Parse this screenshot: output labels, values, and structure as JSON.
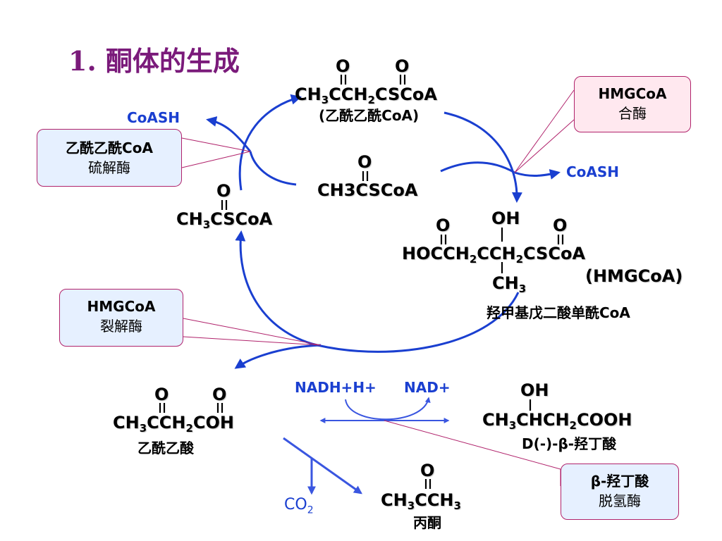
{
  "title": "1. 酮体的生成",
  "molecules": {
    "acetoacetyl_coa": {
      "o1": "O",
      "o2": "O",
      "formula_parts": [
        "CH",
        "3",
        "CCH",
        "2",
        "CSCoA"
      ],
      "name": "(乙酰乙酰CoA)"
    },
    "acetyl_coa_center": {
      "o": "O",
      "formula_parts": [
        "CH3CSCoA"
      ]
    },
    "acetyl_coa_left": {
      "o": "O",
      "formula_parts": [
        "CH",
        "3",
        "CSCoA"
      ]
    },
    "hmgcoa": {
      "o1": "O",
      "oh": "OH",
      "o2": "O",
      "formula_parts": [
        "HOCCH",
        "2",
        "CCH",
        "2",
        "CSCoA"
      ],
      "ch3": "CH",
      "ch3_sub": "3",
      "label": "(HMGCoA)",
      "name": "羟甲基戊二酸单酰CoA"
    },
    "acetoacetic_acid": {
      "o1": "O",
      "o2": "O",
      "formula_parts": [
        "CH",
        "3",
        "CCH",
        "2",
        "COH"
      ],
      "name": "乙酰乙酸"
    },
    "hydroxybutyric": {
      "oh": "OH",
      "formula_parts": [
        "CH",
        "3",
        "CHCH",
        "2",
        "COOH"
      ],
      "name": "D(-)-β-羟丁酸"
    },
    "acetone": {
      "o": "O",
      "formula_parts": [
        "CH",
        "3",
        "CCH",
        "3"
      ],
      "name": "丙酮"
    }
  },
  "labels": {
    "coash_left": "CoASH",
    "coash_right": "CoASH",
    "nadh": "NADH+H+",
    "nad": "NAD+",
    "co2": "CO",
    "co2_sub": "2"
  },
  "enzymes": {
    "thiolase": {
      "line1": "乙酰乙酰CoA",
      "line2": "硫解酶"
    },
    "hmg_synthase": {
      "line1": "HMGCoA",
      "line2": "合酶"
    },
    "hmg_lyase": {
      "line1": "HMGCoA",
      "line2": "裂解酶"
    },
    "bhb_dehydrogenase": {
      "line1": "β-羟丁酸",
      "line2": "脱氢酶"
    }
  },
  "colors": {
    "arrow": "#1a3fd0",
    "title": "#7a1a7a",
    "box_border": "#b0226b",
    "box_blue": "#e6f0ff",
    "box_pink": "#ffe8ef"
  }
}
